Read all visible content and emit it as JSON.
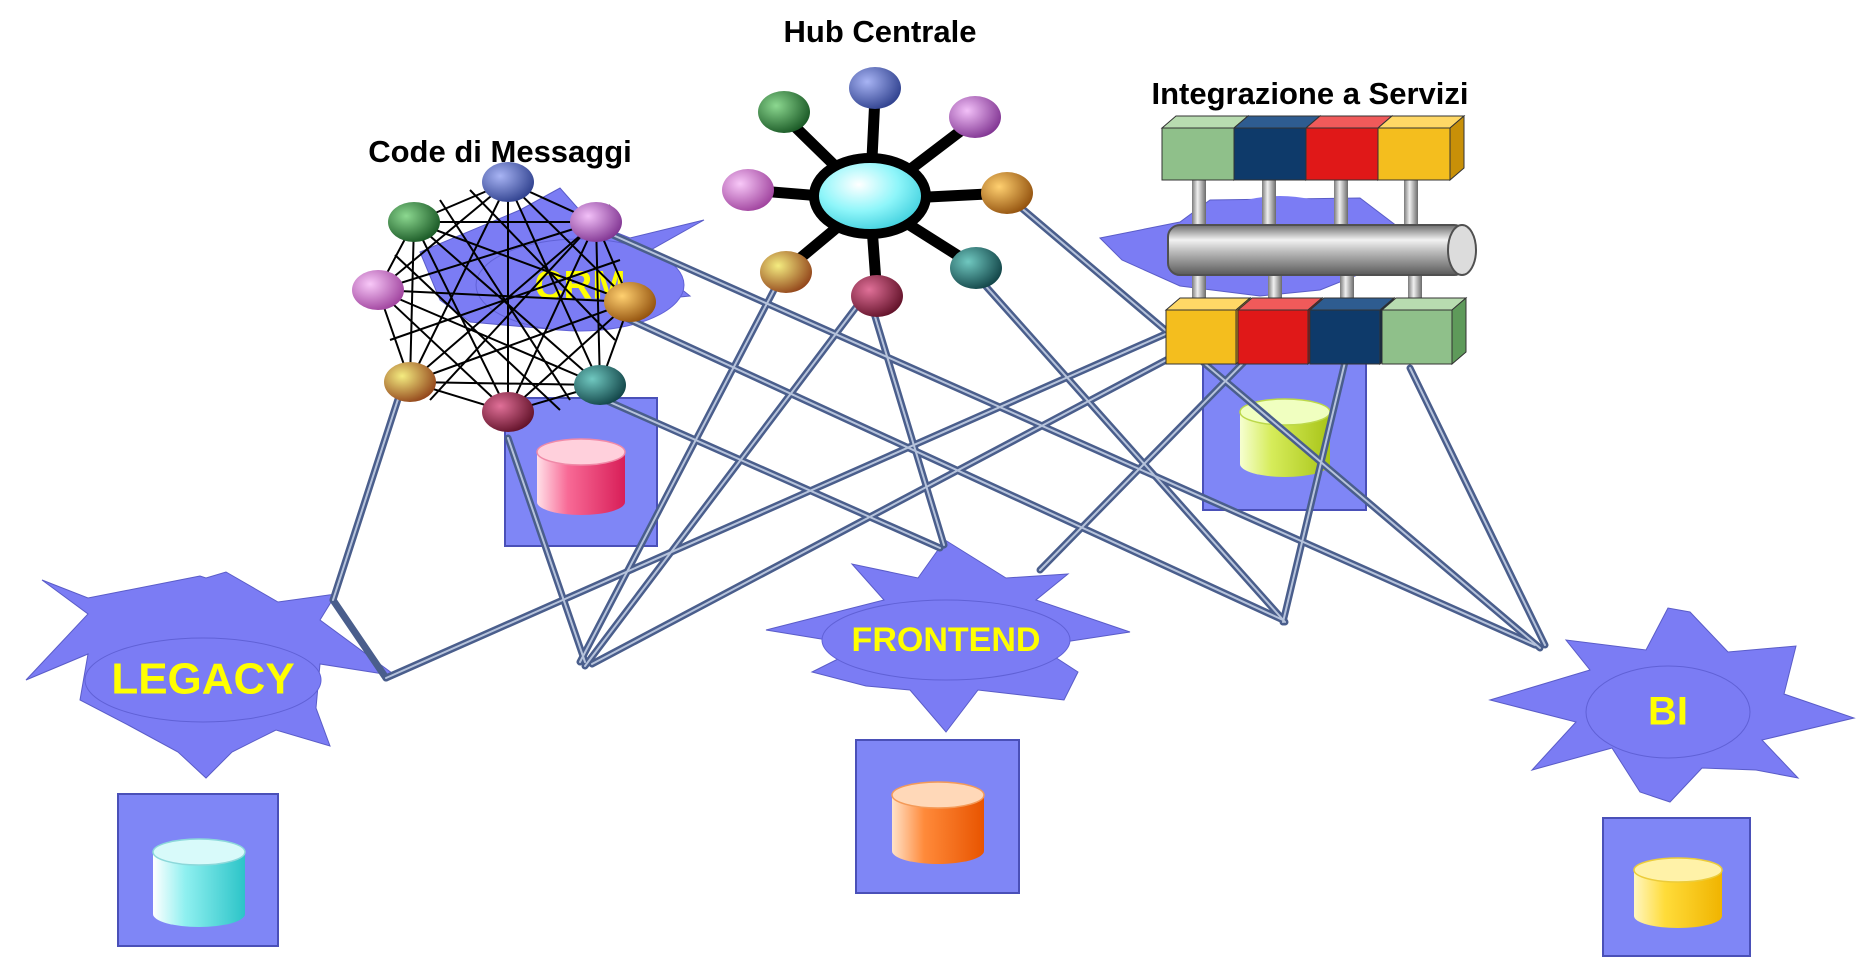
{
  "titles": {
    "hub": "Hub Centrale",
    "queues": "Code di Messaggi",
    "services": "Integrazione a Servizi"
  },
  "systems": {
    "legacy": "LEGACY",
    "frontend": "FRONTEND",
    "bi": "BI",
    "crm": "CRM"
  },
  "colors": {
    "system_fill": "#7b7cf4",
    "system_label": "#ffff00",
    "connector": "#4a5e8c",
    "connector_light": "#c8d2e4",
    "hub_center": "#7ff4f8",
    "db_legacy": "#5ee0e0",
    "db_crm": "#f24a78",
    "db_frontend": "#ff6a10",
    "db_bi": "#ffd200",
    "db_services": "#c8e23a"
  },
  "icons": {
    "system": "starburst-icon",
    "database": "database-icon",
    "hub": "hub-spoke-icon",
    "mesh": "mesh-network-icon",
    "bus": "service-bus-icon",
    "service": "puzzle-block-icon"
  }
}
